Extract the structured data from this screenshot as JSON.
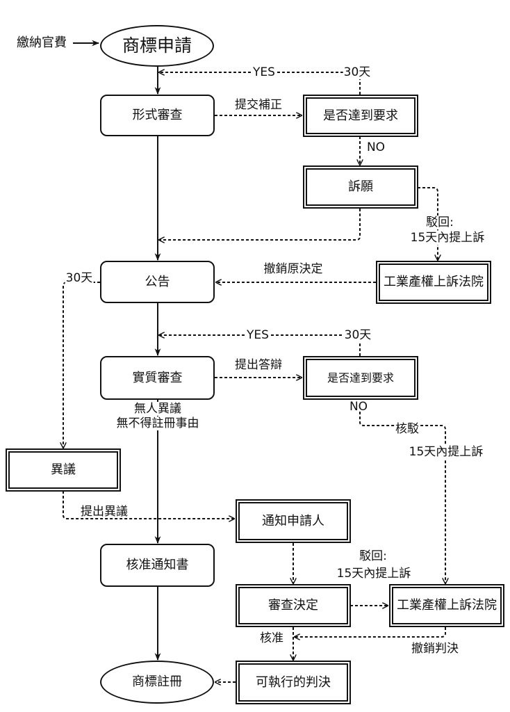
{
  "nodes": {
    "fee": "繳納官費",
    "apply": "商標申請",
    "formal_exam": "形式審查",
    "check1": "是否達到要求",
    "petition": "訴願",
    "court1": "工業產權上訴法院",
    "announce": "公告",
    "substantive_exam": "實質審查",
    "check2": "是否達到要求",
    "opposition": "異議",
    "notify": "通知申請人",
    "approval_notice": "核准通知書",
    "review_decision": "審查決定",
    "court2": "工業產權上訴法院",
    "register": "商標註冊",
    "enforceable": "可執行的判決"
  },
  "labels": {
    "yes1": "YES",
    "days30_1": "30天",
    "submit_fix": "提交補正",
    "no1": "NO",
    "reject1_a": "駁回:",
    "reject1_b": "15天內提上訴",
    "revoke_original": "撤銷原決定",
    "days30_left": "30天",
    "yes2": "YES",
    "days30_2": "30天",
    "reply": "提出答辯",
    "no_opposition": "無人異議",
    "no_grounds": "無不得註冊事由",
    "no2": "NO",
    "refuse": "核駁",
    "appeal15_2": "15天內提上訴",
    "file_opposition": "提出異議",
    "reject2_a": "駁回:",
    "reject2_b": "15天內提上訴",
    "approve": "核准",
    "revoke_judgment": "撤銷判決"
  }
}
